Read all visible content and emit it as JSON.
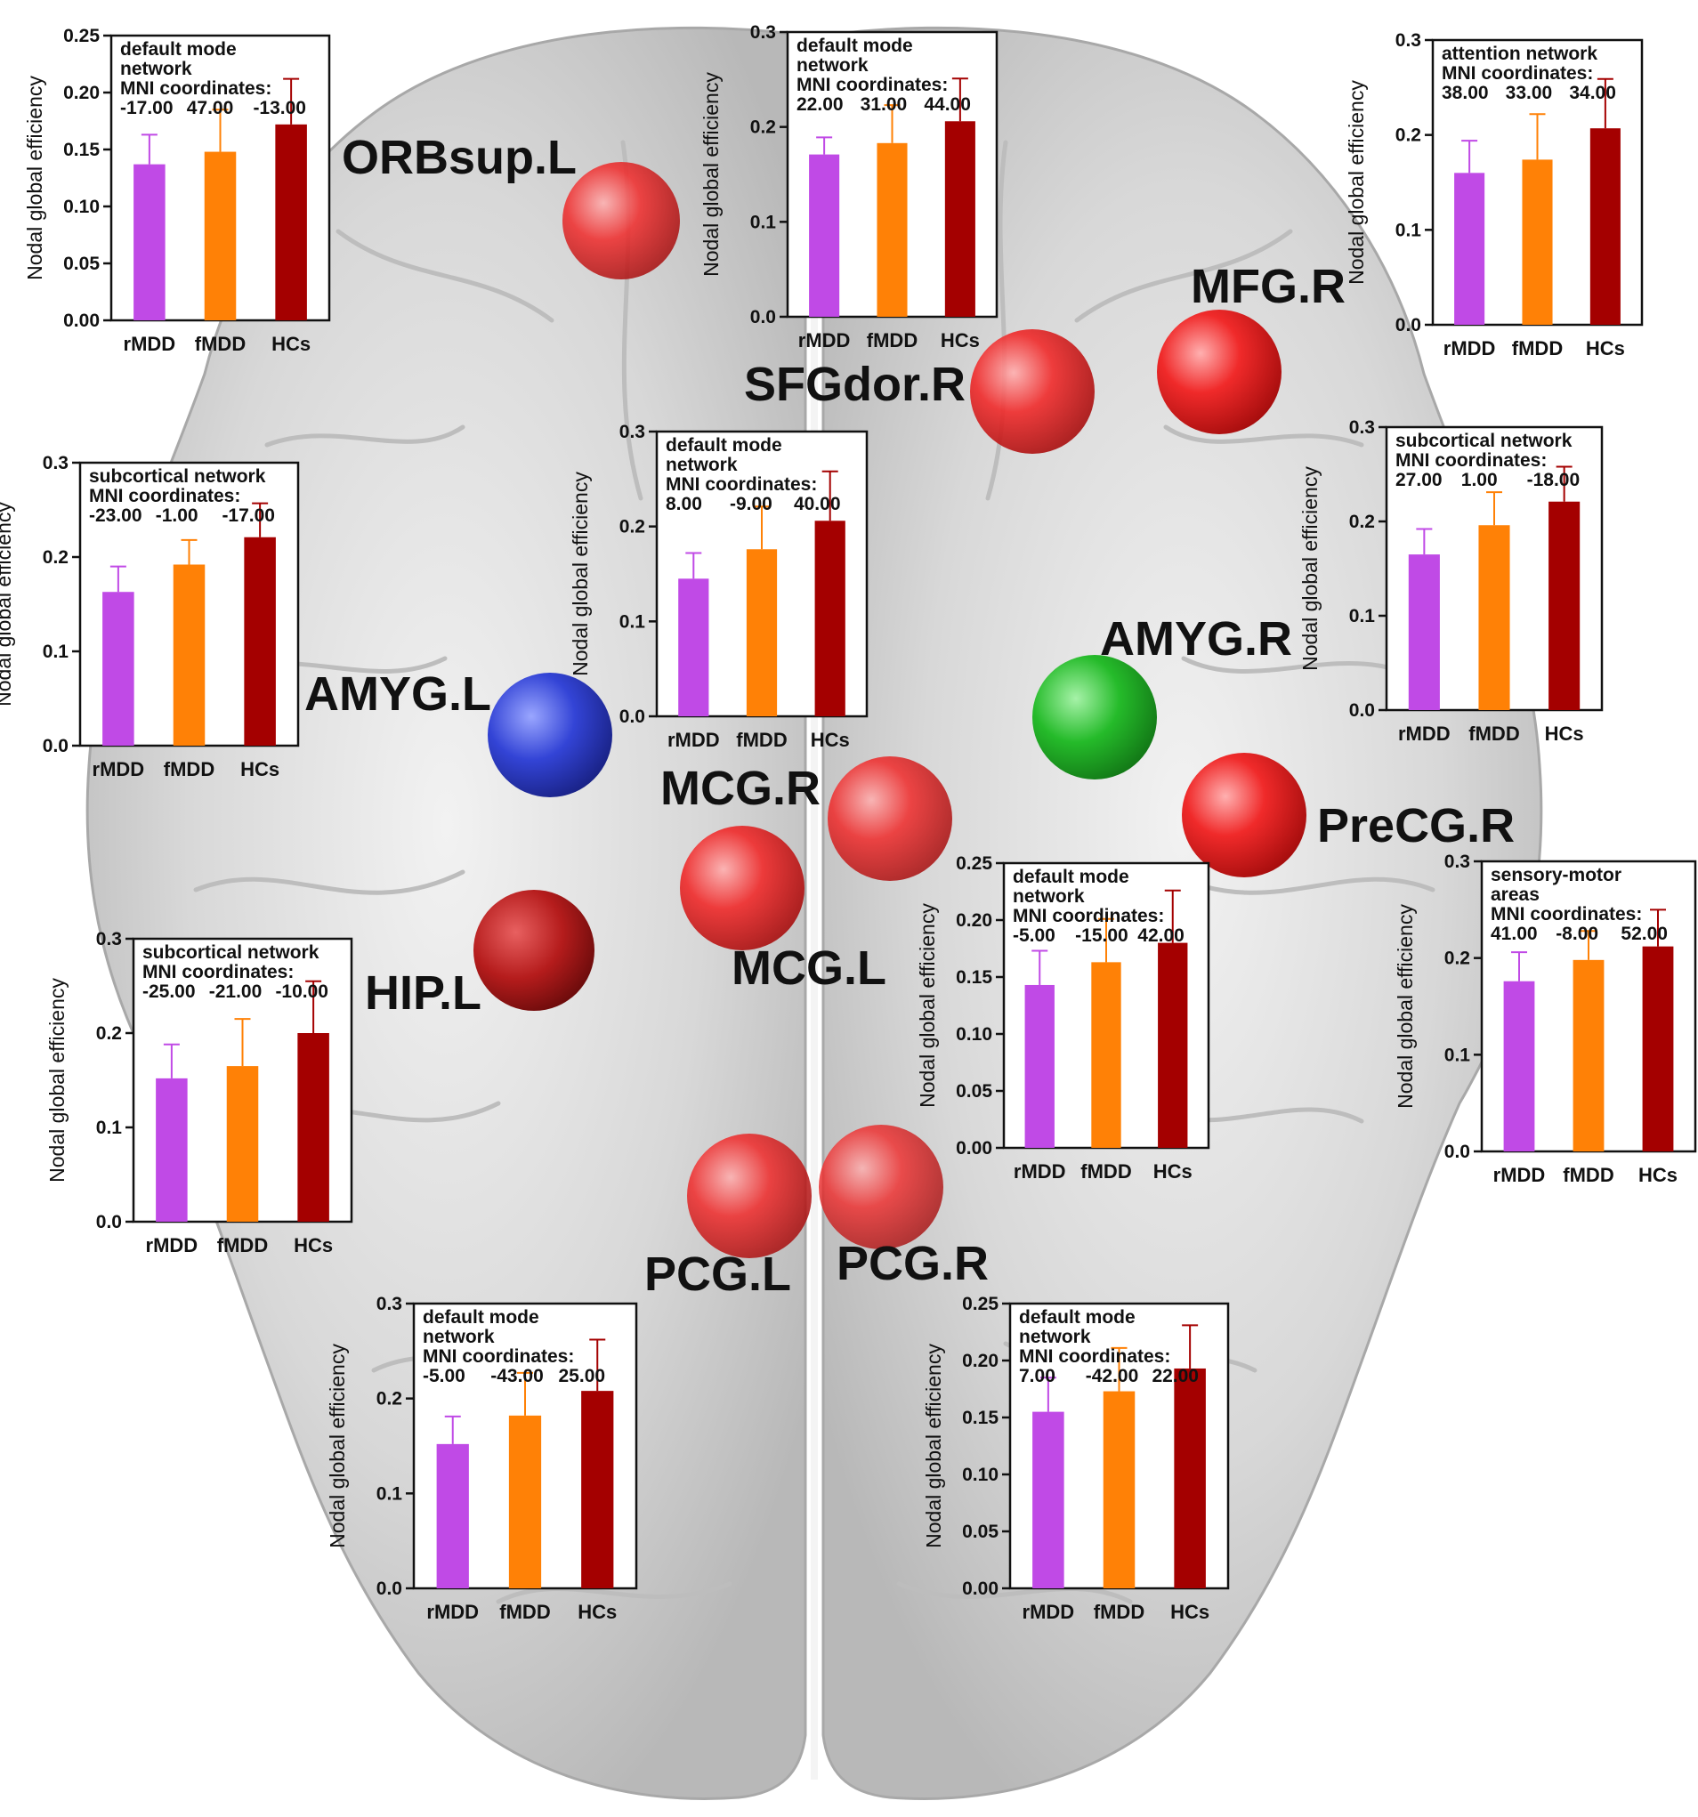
{
  "colors": {
    "rMDD": "#c04ae6",
    "fMDD": "#ff8106",
    "HCs": "#a40000",
    "node_red": "#e8181a",
    "node_blue": "#2b3bd0",
    "node_green": "#22b827",
    "node_darkred": "#b01b1b"
  },
  "regions": {
    "orbsup_l": "ORBsup.L",
    "sfgdor_r": "SFGdor.R",
    "mfg_r": "MFG.R",
    "amyg_l": "AMYG.L",
    "amyg_r": "AMYG.R",
    "mcg_r": "MCG.R",
    "mcg_l": "MCG.L",
    "precg_r": "PreCG.R",
    "hip_l": "HIP.L",
    "pcg_l": "PCG.L",
    "pcg_r": "PCG.R"
  },
  "chart_data": [
    {
      "type": "bar",
      "region": "ORBsup.L",
      "ylabel": "Nodal global efficiency",
      "categories": [
        "rMDD",
        "fMDD",
        "HCs"
      ],
      "values": [
        0.137,
        0.148,
        0.172
      ],
      "errors": [
        0.026,
        0.037,
        0.04
      ],
      "ylim": [
        0,
        0.25
      ],
      "yticks": [
        "0.00",
        "0.05",
        "0.10",
        "0.15",
        "0.20",
        "0.25"
      ],
      "info": [
        "default mode",
        "network",
        "MNI coordinates:",
        "-17.00",
        "47.00",
        "-13.00"
      ]
    },
    {
      "type": "bar",
      "region": "SFGdor.R",
      "ylabel": "Nodal global efficiency",
      "categories": [
        "rMDD",
        "fMDD",
        "HCs"
      ],
      "values": [
        0.171,
        0.183,
        0.206
      ],
      "errors": [
        0.018,
        0.04,
        0.045
      ],
      "ylim": [
        0,
        0.3
      ],
      "yticks": [
        "0.0",
        "0.1",
        "0.2",
        "0.3"
      ],
      "info": [
        "default mode",
        "network",
        "MNI coordinates:",
        "22.00",
        "31.00",
        "44.00"
      ]
    },
    {
      "type": "bar",
      "region": "MFG.R",
      "ylabel": "Nodal global efficiency",
      "categories": [
        "rMDD",
        "fMDD",
        "HCs"
      ],
      "values": [
        0.16,
        0.174,
        0.207
      ],
      "errors": [
        0.034,
        0.048,
        0.052
      ],
      "ylim": [
        0,
        0.3
      ],
      "yticks": [
        "0.0",
        "0.1",
        "0.2",
        "0.3"
      ],
      "info": [
        "attention network",
        "MNI coordinates:",
        "38.00",
        "33.00",
        "34.00"
      ]
    },
    {
      "type": "bar",
      "region": "AMYG.L",
      "ylabel": "Nodal global efficiency",
      "categories": [
        "rMDD",
        "fMDD",
        "HCs"
      ],
      "values": [
        0.163,
        0.192,
        0.221
      ],
      "errors": [
        0.027,
        0.026,
        0.036
      ],
      "ylim": [
        0,
        0.3
      ],
      "yticks": [
        "0.0",
        "0.1",
        "0.2",
        "0.3"
      ],
      "info": [
        "subcortical network",
        "MNI coordinates:",
        "-23.00",
        "-1.00",
        "-17.00"
      ]
    },
    {
      "type": "bar",
      "region": "MCG.R",
      "ylabel": "Nodal global efficiency",
      "categories": [
        "rMDD",
        "fMDD",
        "HCs"
      ],
      "values": [
        0.145,
        0.176,
        0.206
      ],
      "errors": [
        0.027,
        0.045,
        0.052
      ],
      "ylim": [
        0,
        0.3
      ],
      "yticks": [
        "0.0",
        "0.1",
        "0.2",
        "0.3"
      ],
      "info": [
        "default mode",
        "network",
        "MNI coordinates:",
        "8.00",
        "-9.00",
        "40.00"
      ]
    },
    {
      "type": "bar",
      "region": "AMYG.R",
      "ylabel": "Nodal global efficiency",
      "categories": [
        "rMDD",
        "fMDD",
        "HCs"
      ],
      "values": [
        0.165,
        0.196,
        0.221
      ],
      "errors": [
        0.027,
        0.035,
        0.037
      ],
      "ylim": [
        0,
        0.3
      ],
      "yticks": [
        "0.0",
        "0.1",
        "0.2",
        "0.3"
      ],
      "info": [
        "subcortical network",
        "MNI coordinates:",
        "27.00",
        "1.00",
        "-18.00"
      ]
    },
    {
      "type": "bar",
      "region": "MCG.L",
      "ylabel": "Nodal global efficiency",
      "categories": [
        "rMDD",
        "fMDD",
        "HCs"
      ],
      "values": [
        0.143,
        0.163,
        0.18
      ],
      "errors": [
        0.03,
        0.038,
        0.046
      ],
      "ylim": [
        0,
        0.25
      ],
      "yticks": [
        "0.00",
        "0.05",
        "0.10",
        "0.15",
        "0.20",
        "0.25"
      ],
      "info": [
        "default mode",
        "network",
        "MNI coordinates:",
        "-5.00",
        "-15.00",
        "42.00"
      ]
    },
    {
      "type": "bar",
      "region": "PreCG.R",
      "ylabel": "Nodal global efficiency",
      "categories": [
        "rMDD",
        "fMDD",
        "HCs"
      ],
      "values": [
        0.176,
        0.198,
        0.212
      ],
      "errors": [
        0.03,
        0.03,
        0.038
      ],
      "ylim": [
        0,
        0.3
      ],
      "yticks": [
        "0.0",
        "0.1",
        "0.2",
        "0.3"
      ],
      "info": [
        "sensory-motor",
        "areas",
        "MNI coordinates:",
        "41.00",
        "-8.00",
        "52.00"
      ]
    },
    {
      "type": "bar",
      "region": "HIP.L",
      "ylabel": "Nodal global efficiency",
      "categories": [
        "rMDD",
        "fMDD",
        "HCs"
      ],
      "values": [
        0.152,
        0.165,
        0.2
      ],
      "errors": [
        0.036,
        0.05,
        0.055
      ],
      "ylim": [
        0,
        0.3
      ],
      "yticks": [
        "0.0",
        "0.1",
        "0.2",
        "0.3"
      ],
      "info": [
        "subcortical network",
        "MNI coordinates:",
        "-25.00",
        "-21.00",
        "-10.00"
      ]
    },
    {
      "type": "bar",
      "region": "PCG.L",
      "ylabel": "Nodal global efficiency",
      "categories": [
        "rMDD",
        "fMDD",
        "HCs"
      ],
      "values": [
        0.152,
        0.182,
        0.208
      ],
      "errors": [
        0.029,
        0.045,
        0.054
      ],
      "ylim": [
        0,
        0.3
      ],
      "yticks": [
        "0.0",
        "0.1",
        "0.2",
        "0.3"
      ],
      "info": [
        "default mode",
        "network",
        "MNI coordinates:",
        "-5.00",
        "-43.00",
        "25.00"
      ]
    },
    {
      "type": "bar",
      "region": "PCG.R",
      "ylabel": "Nodal global efficiency",
      "categories": [
        "rMDD",
        "fMDD",
        "HCs"
      ],
      "values": [
        0.155,
        0.173,
        0.193
      ],
      "errors": [
        0.03,
        0.038,
        0.038
      ],
      "ylim": [
        0,
        0.25
      ],
      "yticks": [
        "0.00",
        "0.05",
        "0.10",
        "0.15",
        "0.20",
        "0.25"
      ],
      "info": [
        "default mode",
        "network",
        "MNI coordinates:",
        "7.00",
        "-42.00",
        "22.00"
      ]
    }
  ]
}
